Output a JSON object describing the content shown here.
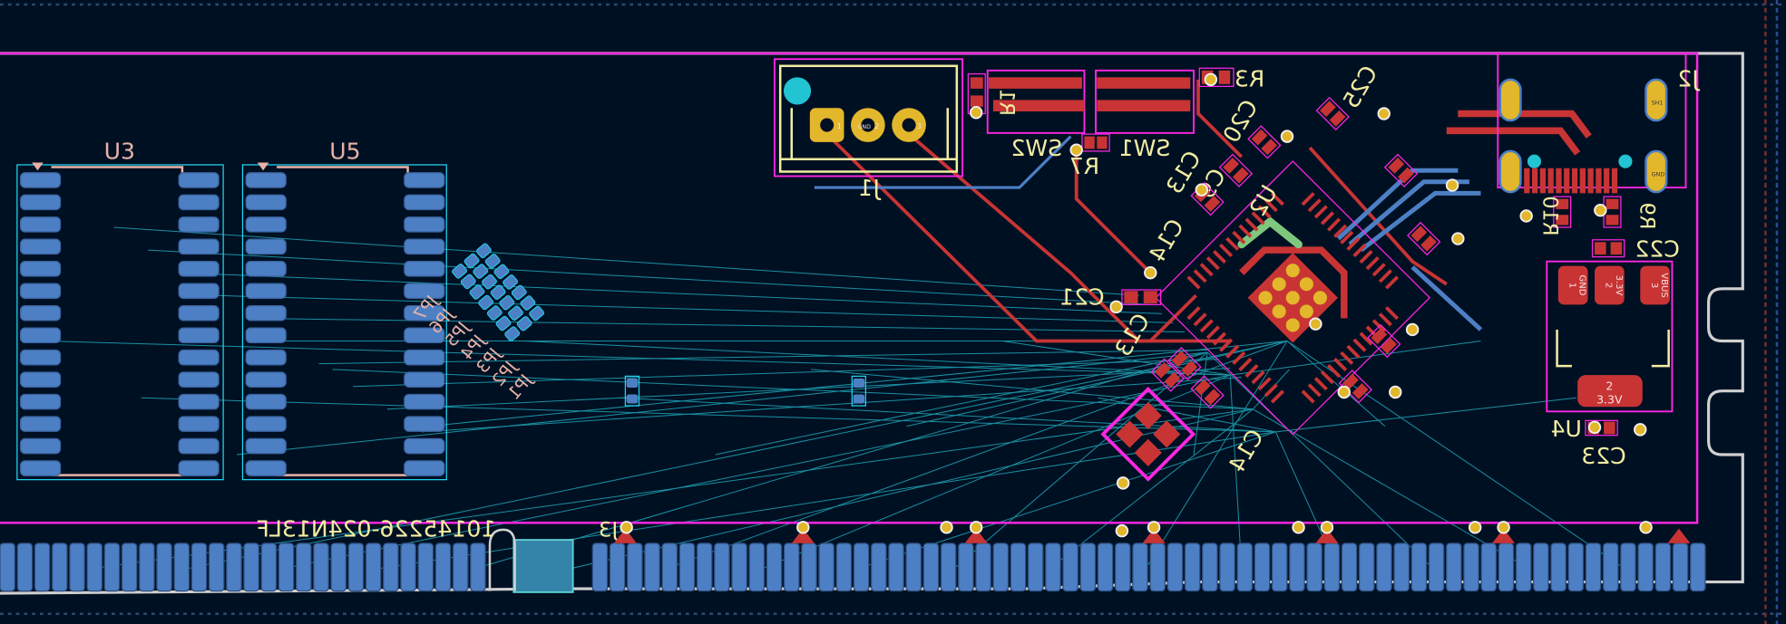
{
  "colors": {
    "background": "#001023",
    "edge_cuts": "#d0d0d0",
    "courtyard": "#ff26e2",
    "front_silk": "#f2eda1",
    "back_silk": "#e8b2a7",
    "front_copper": "#c83434",
    "back_copper": "#4d7fc4",
    "ratsnest": "#1a8fa0",
    "via": "#e3b72b",
    "zone_green": "#7ec87e"
  },
  "designators": {
    "u3": "U3",
    "u5": "U5",
    "jp1": "JP1",
    "jp2": "JP2",
    "jp3": "JP3",
    "jp4": "JP4",
    "jp5": "JP5",
    "jp6": "JP6",
    "jp7": "JP7",
    "j1": "J1",
    "j2": "J2",
    "j3": "J3",
    "sw1": "SW1",
    "sw2": "SW2",
    "r1": "R1",
    "r3": "R3",
    "r7": "R7",
    "r9": "R9",
    "r10": "R10",
    "c9": "C9",
    "c13": "C13",
    "c14": "C14",
    "c20": "C20",
    "c21": "C21",
    "c22": "C22",
    "c23": "C23",
    "c25": "C25",
    "u2": "U2",
    "u4": "U4",
    "j3_part": "10145226-024N13LF"
  },
  "pad_labels": {
    "j1_pins": [
      "1",
      "2",
      "3"
    ],
    "j1_gnd": "GND",
    "u4_pins": [
      {
        "num": "1",
        "net": "GND"
      },
      {
        "num": "2",
        "net": "3.3V"
      },
      {
        "num": "3",
        "net": "VBUS"
      }
    ],
    "u4_tab": {
      "num": "2",
      "net": "3.3V"
    },
    "j2_shield": "SH1",
    "j2_gnd": "GND"
  }
}
